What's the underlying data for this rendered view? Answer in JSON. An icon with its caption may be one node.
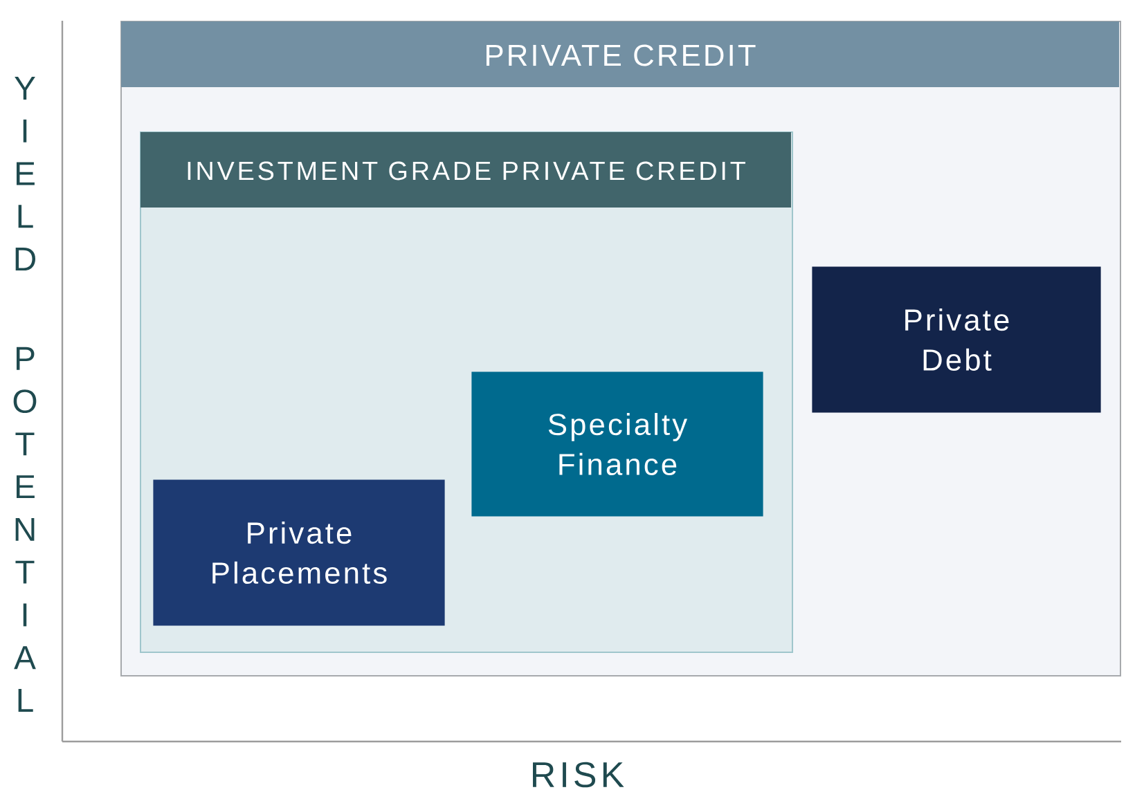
{
  "diagram": {
    "nodes": [
      {
        "text": [
          "PRIVATE CREDIT"
        ]
      },
      {
        "text": [
          "INVESTMENT GRADE PRIVATE CREDIT"
        ],
        "in": 0
      },
      {
        "text": [
          "Specialty Finance"
        ],
        "in": 1
      },
      {
        "text": [
          "Private Placements"
        ],
        "in": 1
      },
      {
        "text": [
          "Private Debt"
        ],
        "in": 0
      }
    ],
    "labels": [
      "YIELD POTENTIAL",
      "RISK"
    ]
  }
}
